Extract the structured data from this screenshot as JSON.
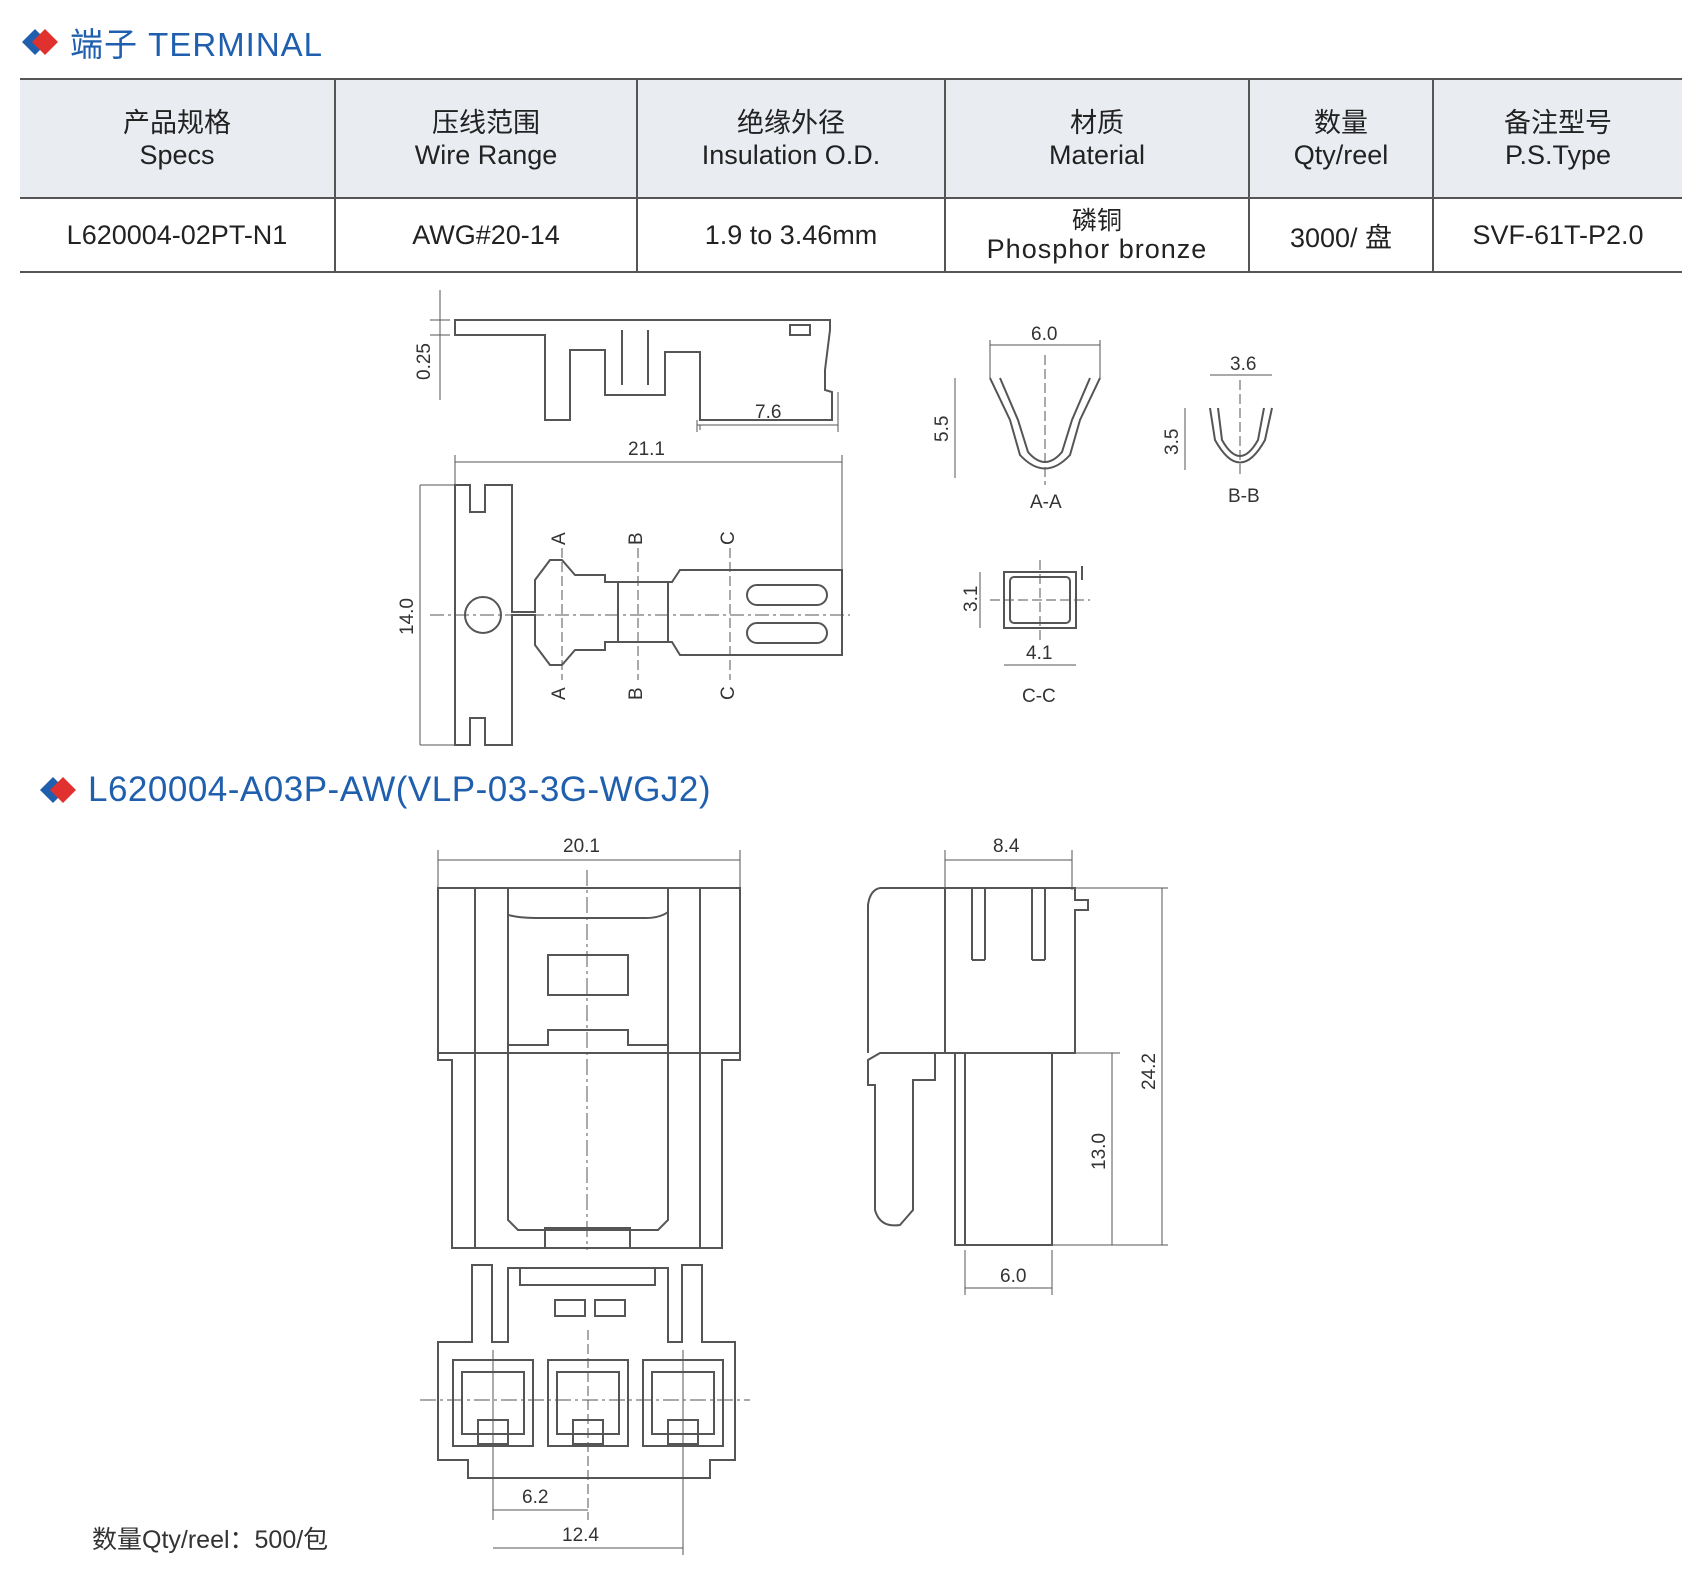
{
  "section1": {
    "title": "端子 TERMINAL"
  },
  "table": {
    "headers": [
      {
        "zh": "产品规格",
        "en": "Specs"
      },
      {
        "zh": "压线范围",
        "en": "Wire Range"
      },
      {
        "zh": "绝缘外径",
        "en": "Insulation O.D."
      },
      {
        "zh": "材质",
        "en": "Material"
      },
      {
        "zh": "数量",
        "en": "Qty/reel"
      },
      {
        "zh": "备注型号",
        "en": "P.S.Type"
      }
    ],
    "row": {
      "specs": "L620004-02PT-N1",
      "wire_range": "AWG#20-14",
      "insulation": "1.9 to 3.46mm",
      "material_zh": "磷铜",
      "material_en": "Phosphor bronze",
      "qty": "3000/ 盘",
      "type": "SVF-61T-P2.0"
    }
  },
  "terminal_drawing": {
    "dims": {
      "thickness": "0.25",
      "crimp_len": "7.6",
      "length": "21.1",
      "width": "14.0",
      "aa_w": "6.0",
      "aa_h": "5.5",
      "bb_w": "3.6",
      "bb_h": "3.5",
      "cc_h": "3.1",
      "cc_w": "4.1"
    },
    "section_labels": {
      "a": "A",
      "b": "B",
      "c": "C"
    },
    "views": {
      "aa": "A-A",
      "bb": "B-B",
      "cc": "C-C"
    }
  },
  "section2": {
    "title": "L620004-A03P-AW(VLP-03-3G-WGJ2)"
  },
  "housing_drawing": {
    "dims": {
      "width": "20.1",
      "depth": "8.4",
      "height": "24.2",
      "lower_h": "13.0",
      "lower_w": "6.0",
      "pitch": "6.2",
      "span": "12.4"
    }
  },
  "note": {
    "qty": "数量Qty/reel：500/包"
  },
  "colors": {
    "accent_blue": "#1f5fae",
    "accent_red": "#e0312f",
    "header_bg": "#e9ecf1"
  }
}
